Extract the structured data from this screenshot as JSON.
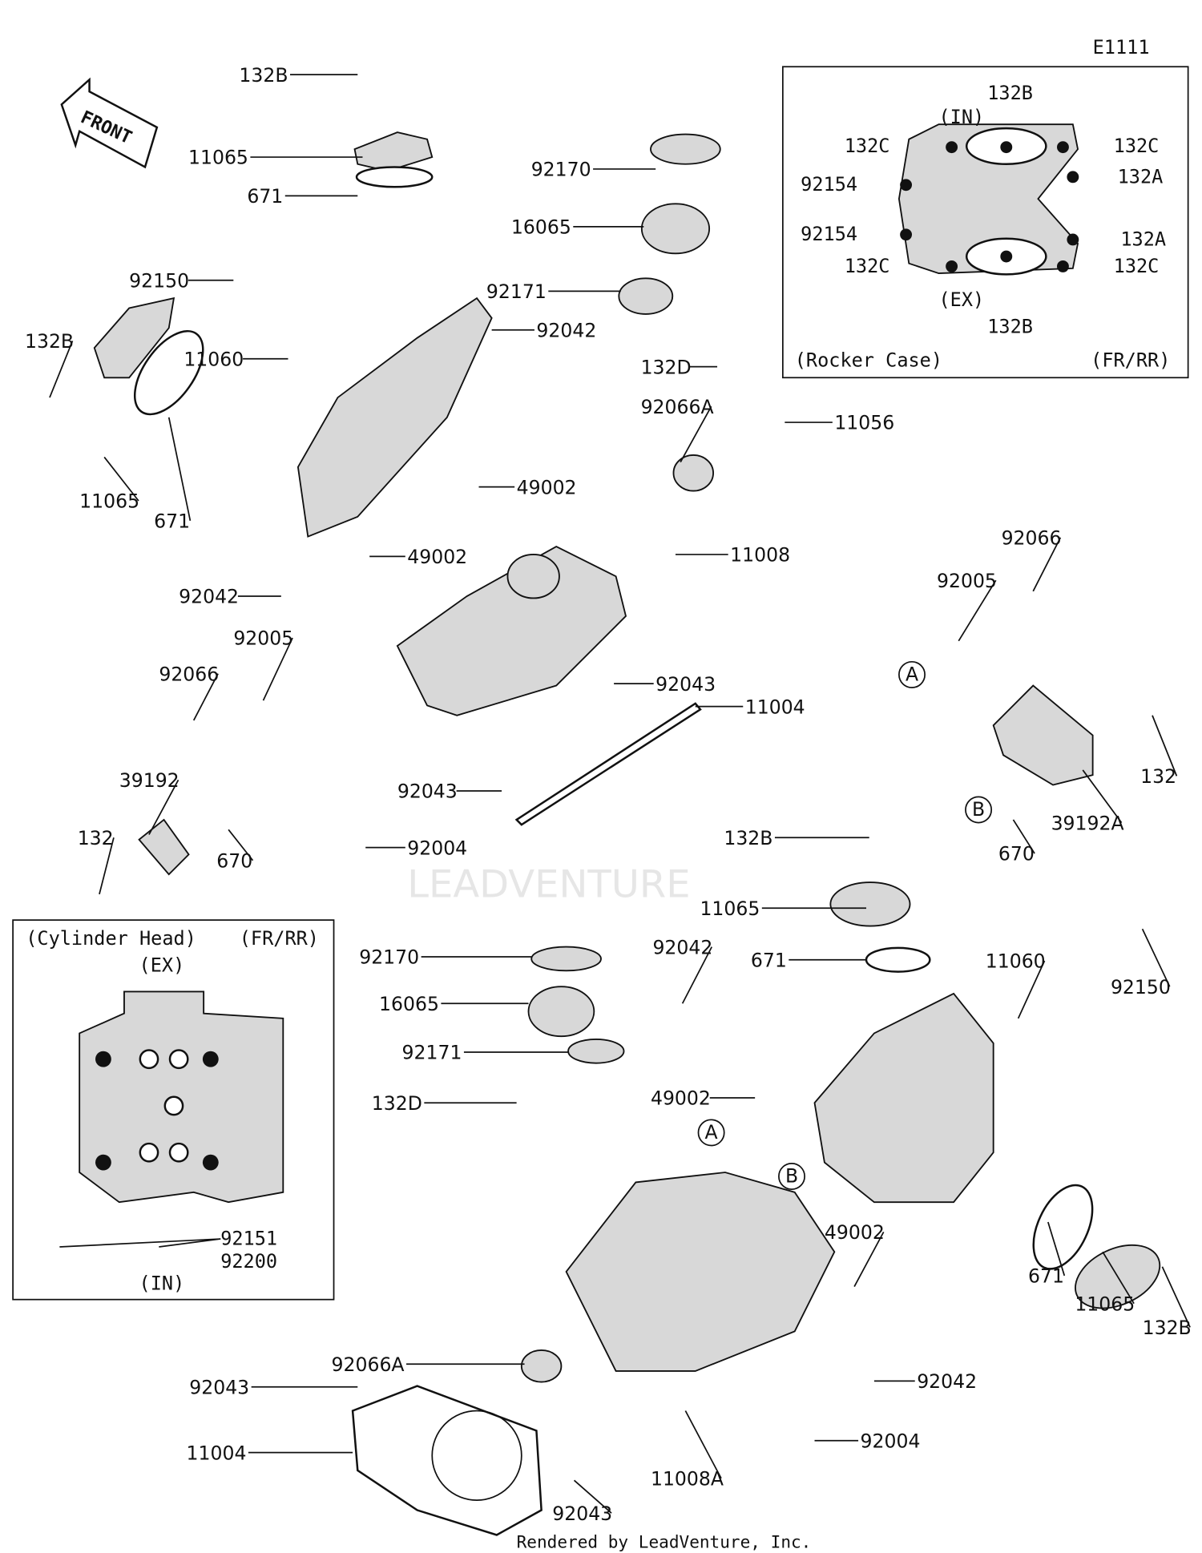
{
  "diagram_code": "E1111",
  "front_label": "FRONT",
  "watermark": "LEADVENTURE",
  "footer": "Rendered by LeadVenture, Inc.",
  "rocker_inset": {
    "title": "(Rocker Case)",
    "variant": "(FR/RR)",
    "labels": [
      "132B",
      "(IN)",
      "132C",
      "132C",
      "132A",
      "92154",
      "92154",
      "132A",
      "132C",
      "132C",
      "(EX)",
      "132B"
    ]
  },
  "cylinder_inset": {
    "title": "(Cylinder Head)",
    "variant": "(FR/RR)",
    "labels": [
      "(EX)",
      "92151",
      "92200",
      "(IN)"
    ]
  },
  "callouts": [
    "A",
    "B",
    "A",
    "B"
  ],
  "parts": [
    "132B",
    "11065",
    "671",
    "92170",
    "16065",
    "92171",
    "92150",
    "92042",
    "11060",
    "132B",
    "132D",
    "11056",
    "92066A",
    "11065",
    "671",
    "49002",
    "49002",
    "11008",
    "92042",
    "92005",
    "92066",
    "92043",
    "11004",
    "92043",
    "39192",
    "670",
    "132",
    "92004",
    "92066",
    "92005",
    "132",
    "670",
    "39192A",
    "132B",
    "11065",
    "671",
    "11060",
    "92150",
    "92170",
    "92042",
    "16065",
    "92171",
    "132D",
    "49002",
    "49002",
    "671",
    "11065",
    "132B",
    "92066A",
    "92043",
    "92042",
    "11004",
    "92004",
    "11008A",
    "92043"
  ],
  "colors": {
    "line": "#111111",
    "part_fill": "#d8d8d8",
    "watermark": "#e6e6e6"
  }
}
